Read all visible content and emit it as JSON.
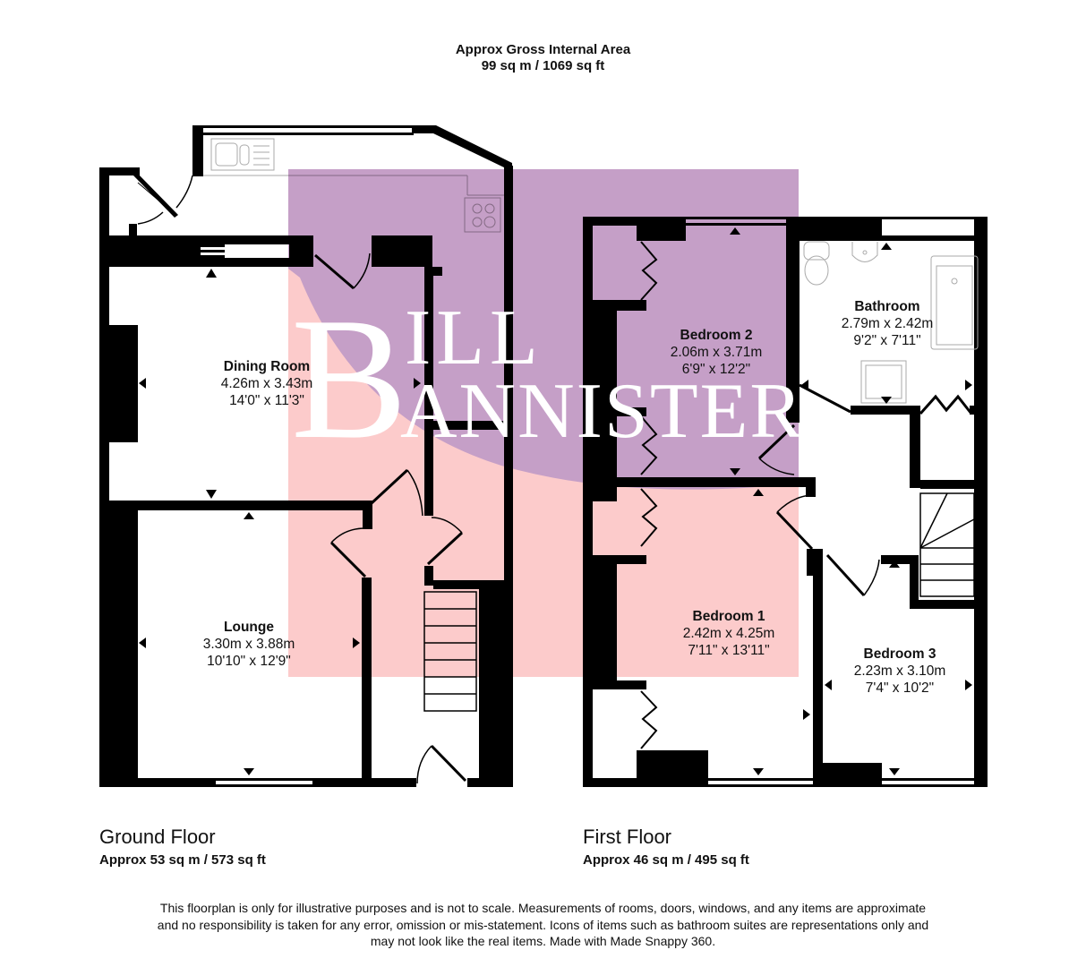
{
  "header": {
    "title_line1": "Approx Gross Internal Area",
    "title_line2": "99 sq m / 1069 sq ft"
  },
  "watermark": {
    "text_initial": "B",
    "text_line1": "ILL",
    "text_line2": "ANNISTER",
    "colors": {
      "blue": "#c8c8fa",
      "red": "#fcc8c8"
    }
  },
  "colors": {
    "wall": "#000000",
    "fixture_stroke": "#aaaaaa"
  },
  "floors": [
    {
      "name": "Ground Floor",
      "area": "Approx 53 sq m / 573 sq ft",
      "rooms": [
        {
          "name": "Dining Room",
          "metric": "4.26m x 3.43m",
          "imperial": "14'0\" x 11'3\""
        },
        {
          "name": "Lounge",
          "metric": "3.30m x 3.88m",
          "imperial": "10'10\" x 12'9\""
        }
      ]
    },
    {
      "name": "First Floor",
      "area": "Approx 46 sq m / 495 sq ft",
      "rooms": [
        {
          "name": "Bedroom 2",
          "metric": "2.06m x 3.71m",
          "imperial": "6'9\" x 12'2\""
        },
        {
          "name": "Bathroom",
          "metric": "2.79m x 2.42m",
          "imperial": "9'2\" x 7'11\""
        },
        {
          "name": "Bedroom 1",
          "metric": "2.42m x 4.25m",
          "imperial": "7'11\" x 13'11\""
        },
        {
          "name": "Bedroom 3",
          "metric": "2.23m x 3.10m",
          "imperial": "7'4\" x 10'2\""
        }
      ]
    }
  ],
  "disclaimer": {
    "line1": "This floorplan is only for illustrative purposes and is not to scale. Measurements of rooms, doors, windows, and any items are approximate",
    "line2": "and no responsibility is taken for any error, omission or mis-statement. Icons of items such as bathroom suites are representations only and",
    "line3": "may not look like the real items. Made with Made Snappy 360."
  }
}
